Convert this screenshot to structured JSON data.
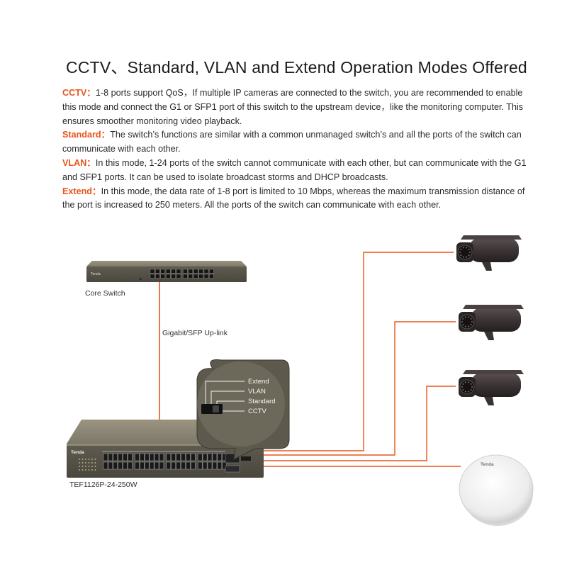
{
  "title": "CCTV、Standard, VLAN and Extend Operation Modes Offered",
  "modes": [
    {
      "label": "CCTV：",
      "text": "1-8 ports support QoS，If multiple IP cameras are connected to the switch, you are recommended to enable this mode and connect the G1 or SFP1 port of this switch to the upstream device，like the monitoring computer. This ensures smoother monitoring video playback."
    },
    {
      "label": "Standard：",
      "text": "The switch’s functions are similar with a common unmanaged switch’s and all the ports of the switch can communicate with each other."
    },
    {
      "label": "VLAN：",
      "text": "In this mode, 1-24 ports of the switch cannot communicate with each other, but can communicate with the G1 and SFP1 ports. It can be used to isolate broadcast storms and DHCP broadcasts."
    },
    {
      "label": "Extend：",
      "text": "In this mode, the data rate of 1-8 port is limited to 10 Mbps, whereas the maximum transmission distance of the port is increased to 250 meters. All the ports of the switch can communicate with each other."
    }
  ],
  "diagram": {
    "core_switch_label": "Core Switch",
    "uplink_label": "Gigabit/SFP Up-link",
    "main_switch_model": "TEF1126P-24-250W",
    "brand": "Tenda",
    "switch_options": [
      "Extend",
      "VLAN",
      "Standard",
      "CCTV"
    ],
    "colors": {
      "cable": "#e8551b",
      "switch_body": "#6e6a5c",
      "switch_top": "#8a8574",
      "camera": "#3b3434",
      "ap": "#f1f1f1"
    }
  }
}
